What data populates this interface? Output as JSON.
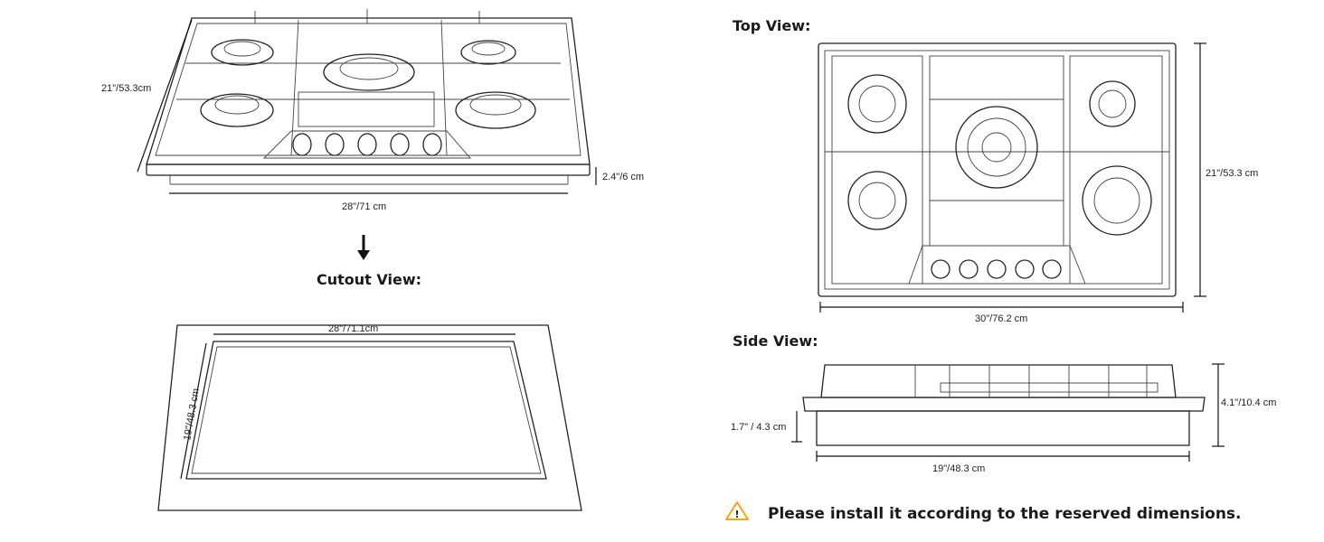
{
  "perspective_view": {
    "depth_label": "21\"/53.3cm",
    "width_label": "28\"/71 cm",
    "height_label": "2.4\"/6 cm"
  },
  "cutout_view": {
    "title": "Cutout View:",
    "width_label": "28\"/71.1cm",
    "depth_label": "19\"/48.3 cm"
  },
  "top_view": {
    "title": "Top View:",
    "depth_label": "21\"/53.3 cm",
    "width_label": "30\"/76.2 cm"
  },
  "side_view": {
    "title": "Side View:",
    "height_label": "4.1\"/10.4 cm",
    "body_height_label": "1.7\" / 4.3 cm",
    "width_label": "19\"/48.3 cm"
  },
  "notice": {
    "icon": "warning-icon",
    "text": "Please install it according to the reserved dimensions.",
    "icon_color": "#f0a51c"
  }
}
